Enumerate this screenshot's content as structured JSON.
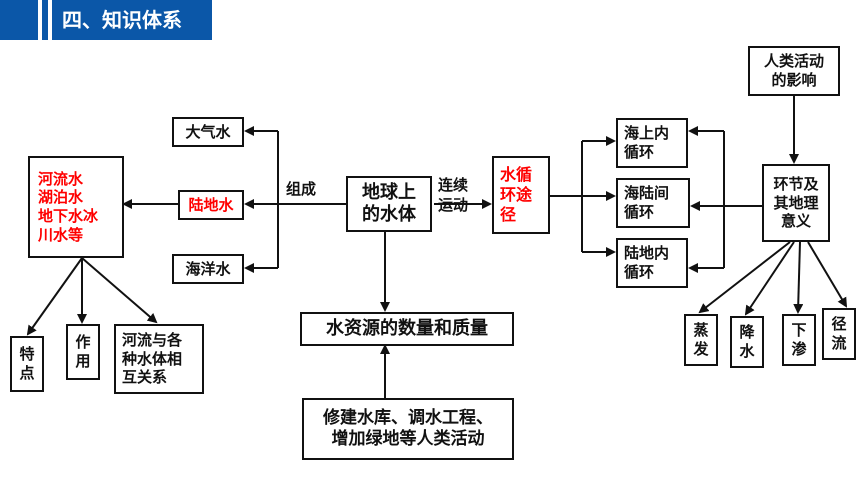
{
  "header": {
    "title": "四、知识体系"
  },
  "nodes": {
    "daqishui": "大气水",
    "ludishui": "陆地水",
    "haiyangshui": "海洋水",
    "detail_lines": [
      "河流水",
      "湖泊水",
      "地下水冰",
      "川水等"
    ],
    "tedian": [
      "特",
      "点"
    ],
    "zuoyong": [
      "作",
      "用"
    ],
    "guanxi": [
      "河流与各",
      "种水体相",
      "互关系"
    ],
    "center": [
      "地球上",
      "的水体"
    ],
    "xunhuan": [
      "水循",
      "环途",
      "径"
    ],
    "shuiziyuan": "水资源的数量和质量",
    "huodong": [
      "修建水库、调水工程、",
      "增加绿地等人类活动"
    ],
    "haishang": [
      "海上内",
      "循环"
    ],
    "hailu": [
      "海陆间",
      "循环"
    ],
    "ludi": [
      "陆地内",
      "循环"
    ],
    "renlei": [
      "人类活动",
      "的影响"
    ],
    "huanjie": [
      "环节及",
      "其地理",
      "意义"
    ],
    "zhengfa": [
      "蒸",
      "发"
    ],
    "jiangshui": [
      "降",
      "水"
    ],
    "xiashen": [
      "下",
      "渗"
    ],
    "jingliu": [
      "径",
      "流"
    ]
  },
  "labels": {
    "zucheng": "组成",
    "lianxu": [
      "连续",
      "运动"
    ]
  },
  "colors": {
    "header": "#0b57a8",
    "highlight": "#ff0000",
    "line": "#111111"
  }
}
